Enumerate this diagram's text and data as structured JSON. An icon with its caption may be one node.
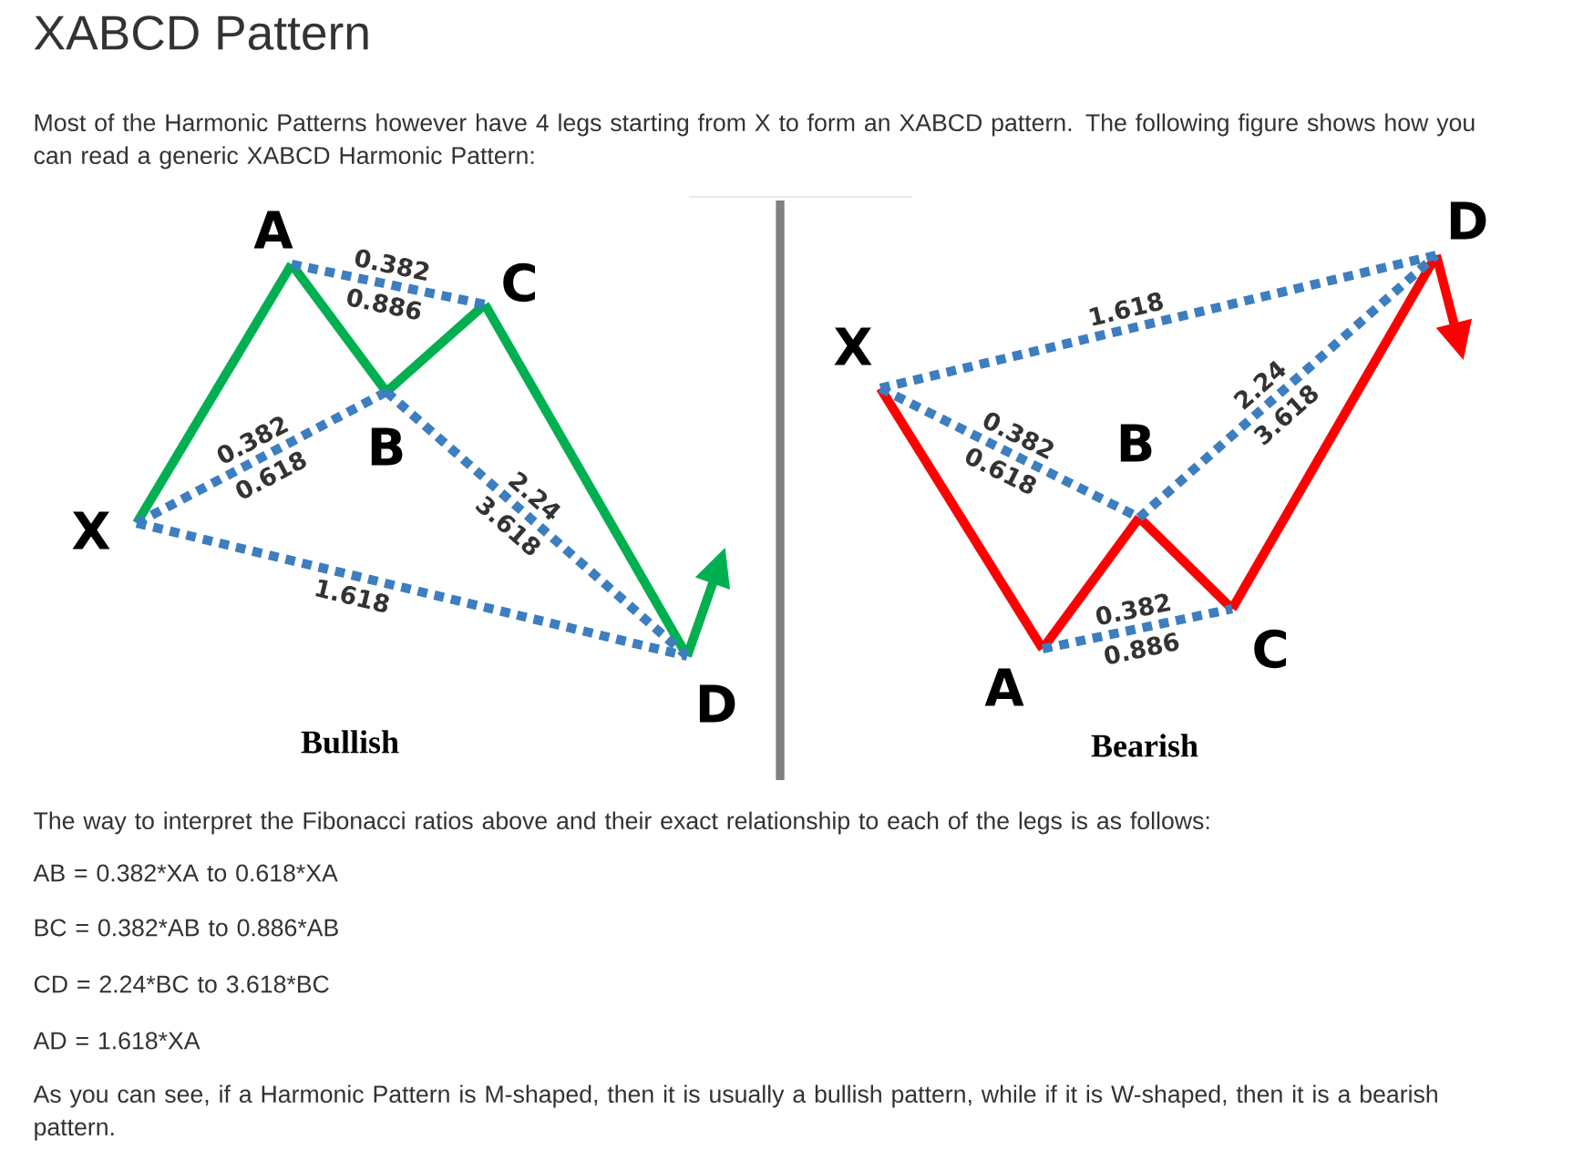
{
  "diagram": {
    "title": "XABCD Pattern",
    "nodes": [
      {
        "text": [
          "X"
        ]
      },
      {
        "text": [
          "A"
        ]
      },
      {
        "text": [
          "B"
        ]
      },
      {
        "text": [
          "C"
        ]
      },
      {
        "text": [
          "D"
        ]
      },
      {
        "text": [
          "X"
        ]
      },
      {
        "text": [
          "A"
        ]
      },
      {
        "text": [
          "B"
        ]
      },
      {
        "text": [
          "C"
        ]
      },
      {
        "text": [
          "D"
        ]
      }
    ],
    "edges": [
      {
        "from": 0,
        "to": 1,
        "arrow": "none",
        "color": "#00b050"
      },
      {
        "from": 1,
        "to": 2,
        "arrow": "none",
        "color": "#00b050"
      },
      {
        "from": 2,
        "to": 3,
        "arrow": "none",
        "color": "#00b050"
      },
      {
        "from": 3,
        "to": 4,
        "arrow": "none",
        "color": "#00b050"
      },
      {
        "from": 4,
        "to": null,
        "arrow": "to",
        "color": "#00b050"
      },
      {
        "from": 1,
        "to": 3,
        "arrow": "none",
        "style": "dashed",
        "label": "0.382"
      },
      {
        "from": 0,
        "to": 2,
        "arrow": "none",
        "style": "dashed",
        "label": "0.382"
      },
      {
        "from": 2,
        "to": 4,
        "arrow": "none",
        "style": "dashed",
        "label": "2.24"
      },
      {
        "from": 0,
        "to": 4,
        "arrow": "none",
        "style": "dashed",
        "label": "1.618"
      },
      {
        "from": 5,
        "to": 6,
        "arrow": "none",
        "color": "#ff0000"
      },
      {
        "from": 6,
        "to": 7,
        "arrow": "none",
        "color": "#ff0000"
      },
      {
        "from": 7,
        "to": 8,
        "arrow": "none",
        "color": "#ff0000"
      },
      {
        "from": 8,
        "to": 9,
        "arrow": "none",
        "color": "#ff0000"
      },
      {
        "from": 9,
        "to": null,
        "arrow": "to",
        "color": "#ff0000"
      },
      {
        "from": 5,
        "to": 9,
        "arrow": "none",
        "style": "dashed",
        "label": "1.618"
      },
      {
        "from": 5,
        "to": 7,
        "arrow": "none",
        "style": "dashed",
        "label": "0.382"
      },
      {
        "from": 7,
        "to": 9,
        "arrow": "none",
        "style": "dashed",
        "label": "2.24"
      },
      {
        "from": 6,
        "to": 8,
        "arrow": "none",
        "style": "dashed",
        "label": "0.382"
      }
    ],
    "labels": [
      "Most of the Harmonic Patterns however have 4 legs starting from X to form an XABCD pattern. The following figure shows how you can read a generic XABCD Harmonic Pattern:",
      "0.886",
      "0.618",
      "3.618",
      "0.618",
      "3.618",
      "0.886",
      "Bullish",
      "Bearish",
      "The way to interpret the Fibonacci ratios above and their exact relationship to each of the legs is as follows:",
      "AB = 0.382*XA to 0.618*XA",
      "BC = 0.382*AB to 0.886*AB",
      "CD = 2.24*BC to 3.618*BC",
      "AD = 1.618*XA",
      "As you can see, if a Harmonic Pattern is M-shaped, then it is usually a bullish pattern, while if it is W-shaped, then it is a bearish pattern."
    ]
  }
}
